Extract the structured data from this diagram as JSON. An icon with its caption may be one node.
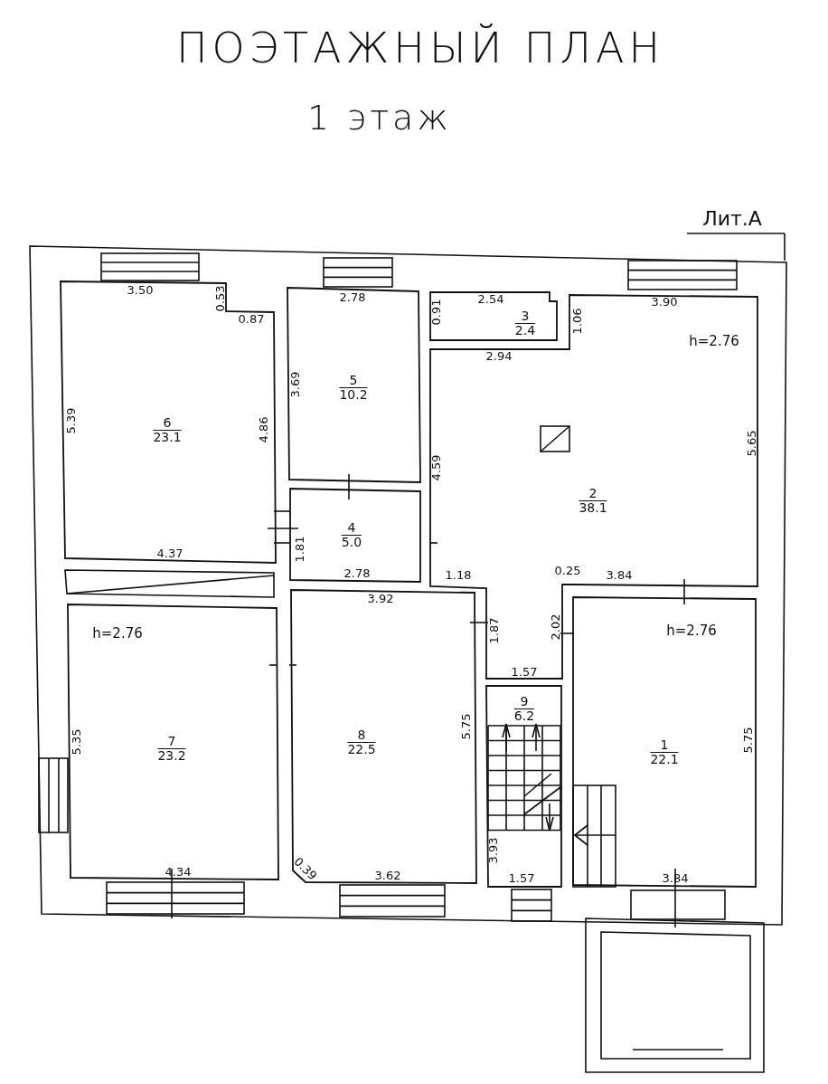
{
  "diagram": {
    "title": "ПОЭТАЖНЫЙ ПЛАН",
    "nodes": [
      {
        "text": [
          "6",
          "23.1"
        ]
      },
      {
        "text": [
          "5",
          "10.2"
        ]
      },
      {
        "text": [
          "3",
          "2.4"
        ]
      },
      {
        "text": [
          "2",
          "38.1"
        ]
      },
      {
        "text": [
          "4",
          "5.0"
        ]
      },
      {
        "text": [
          "7",
          "23.2"
        ]
      },
      {
        "text": [
          "8",
          "22.5"
        ]
      },
      {
        "text": [
          "9",
          "6.2"
        ]
      },
      {
        "text": [
          "1",
          "22.1"
        ]
      }
    ],
    "edges": [],
    "labels": [
      "1 этаж",
      "Лит.А",
      "3.50",
      "0.53",
      "2.78",
      "0.91",
      "2.54",
      "1.06",
      "3.90",
      "0.87",
      "h=2.76",
      "2.94",
      "3.69",
      "5.39",
      "4.86",
      "4.59",
      "5.65",
      "1.81",
      "4.37",
      "2.78",
      "1.18",
      "0.25",
      "3.84",
      "3.92",
      "1.87",
      "2.02",
      "h=2.76",
      "h=2.76",
      "1.57",
      "5.35",
      "5.75",
      "5.75",
      "3.93",
      "4.34",
      "0.39",
      "3.62",
      "1.57",
      "3.84"
    ]
  }
}
